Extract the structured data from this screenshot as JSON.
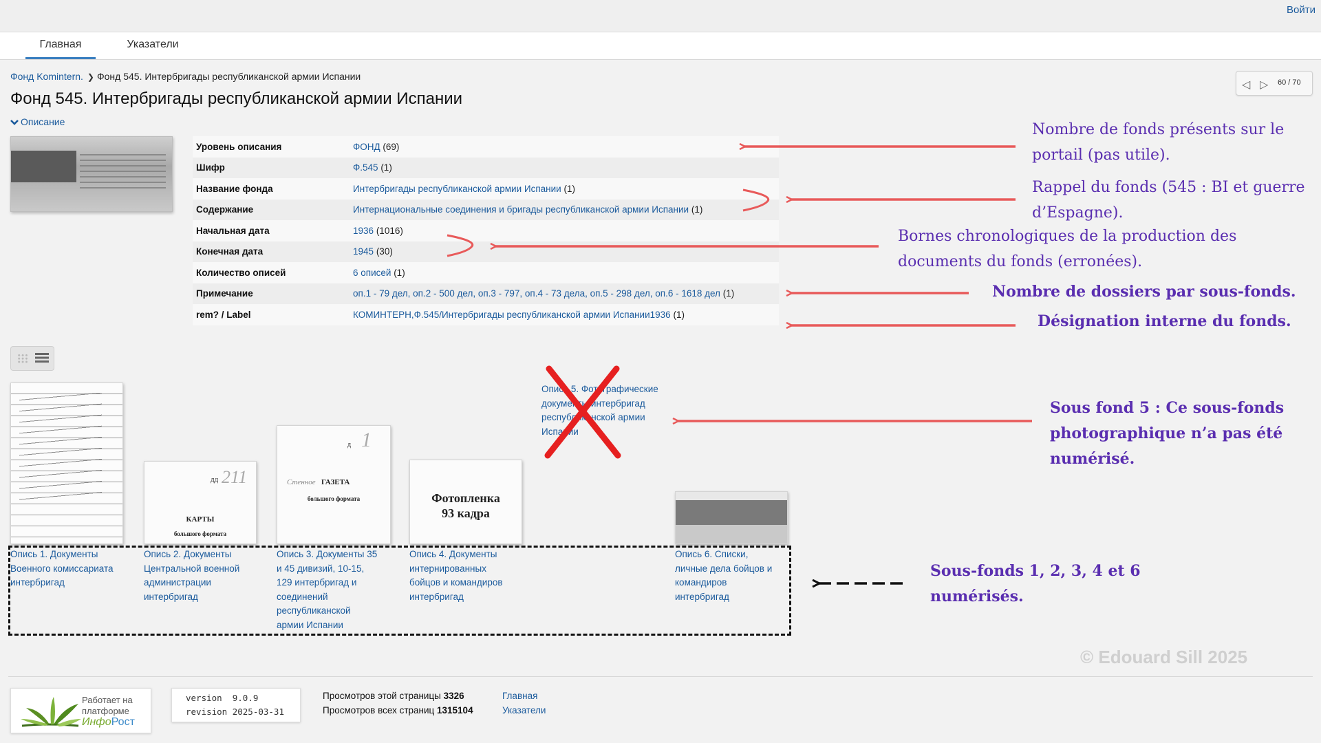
{
  "header": {
    "login": "Войти"
  },
  "nav": {
    "tabs": [
      {
        "label": "Главная"
      },
      {
        "label": "Указатели"
      }
    ]
  },
  "breadcrumb": {
    "parent": "Фонд Komintern.",
    "current": "Фонд 545. Интербригады республиканской армии Испании"
  },
  "page": {
    "title": "Фонд 545. Интербригады республиканской армии Испании",
    "desc_toggle": "Описание"
  },
  "pager": {
    "count": "60 / 70"
  },
  "description": [
    {
      "label": "Уровень описания",
      "value": "ФОНД",
      "count": "(69)"
    },
    {
      "label": "Шифр",
      "value": "Ф.545",
      "count": "(1)"
    },
    {
      "label": "Название фонда",
      "value": "Интербригады республиканской армии Испании",
      "count": "(1)"
    },
    {
      "label": "Содержание",
      "value": "Интернациональные соединения и бригады республиканской армии Испании",
      "count": "(1)"
    },
    {
      "label": "Начальная дата",
      "value": "1936",
      "count": "(1016)"
    },
    {
      "label": "Конечная дата",
      "value": "1945",
      "count": "(30)"
    },
    {
      "label": "Количество описей",
      "value": "6 описей",
      "count": "(1)"
    },
    {
      "label": "Примечание",
      "value": "оп.1 - 79 дел, оп.2 - 500 дел, оп.3 - 797, оп.4 - 73 дела, оп.5 - 298 дел, оп.6 - 1618 дел",
      "count": "(1)"
    },
    {
      "label": "rem? / Label",
      "value": "КОМИНТЕРН,Ф.545/Интербригады республиканской армии Испании1936",
      "count": "(1)"
    }
  ],
  "inventories": [
    {
      "caption": "Опись 1. Документы Военного комиссариата интербригад"
    },
    {
      "caption": "Опись 2. Документы Центральной военной администрации интербригад",
      "stamp_no": "211",
      "stamp_title": "КАРТЫ",
      "stamp_sub": "большого формата",
      "stamp_prefix": "дд"
    },
    {
      "caption": "Опись 3. Документы 35 и 45 дивизий, 10-15, 129 интербригад и соединений республиканской армии Испании",
      "stamp_no": "1",
      "stamp_title": "ГАЗЕТА",
      "stamp_sub": "большого формата",
      "stamp_prefix": "д",
      "stamp_hand": "Стенное"
    },
    {
      "caption": "Опись 4. Документы интернированных бойцов и командиров интербригад",
      "stamp_title": "Фотопленка",
      "stamp_sub": "93 кадра"
    },
    {
      "caption": "Опись 5. Фотографические документы интербригад республиканской армии Испании"
    },
    {
      "caption": "Опись 6. Списки, личные дела бойцов и командиров интербригад"
    }
  ],
  "annotations": [
    {
      "text": "Nombre de fonds présents sur le portail (pas utile)."
    },
    {
      "text": "Rappel du fonds (545 : BI et guerre d’Espagne)."
    },
    {
      "text": "Bornes chronologiques de la production des documents du fonds (erronées)."
    },
    {
      "text": "Nombre de dossiers par sous-fonds."
    },
    {
      "text": "Désignation interne du fonds."
    },
    {
      "text": "Sous fond 5 :  Ce sous-fonds photographique n’a pas été numérisé."
    },
    {
      "text": "Sous-fonds 1, 2, 3, 4 et 6 numérisés."
    }
  ],
  "colors": {
    "annotation_text": "#5a2eb0",
    "arrow": "#e85a5a",
    "cross": "#e62020",
    "link": "#1a5a9c"
  },
  "copyright": "© Edouard Sill 2025",
  "footer": {
    "platform_line1": "Работает на",
    "platform_line2": "платформе",
    "platform_name_a": "Инфо",
    "platform_name_b": "Рост",
    "version": "version  9.0.9",
    "revision": "revision 2025-03-31",
    "stats_page_label": "Просмотров этой страницы",
    "stats_page_value": "3326",
    "stats_all_label": "Просмотров всех страниц",
    "stats_all_value": "1315104",
    "link_home": "Главная",
    "link_index": "Указатели"
  }
}
